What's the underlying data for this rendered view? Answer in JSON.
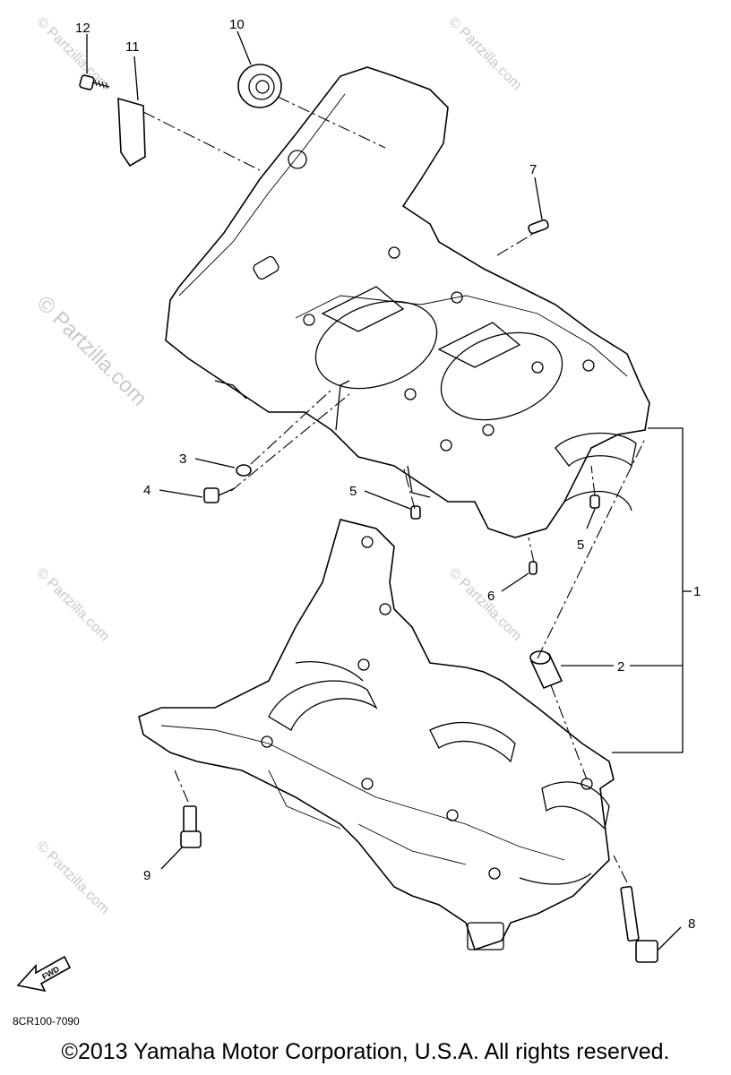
{
  "callouts": {
    "c1": "1",
    "c2": "2",
    "c3": "3",
    "c4": "4",
    "c5a": "5",
    "c5b": "5",
    "c6": "6",
    "c7": "7",
    "c8": "8",
    "c9": "9",
    "c10": "10",
    "c11": "11",
    "c12": "12"
  },
  "watermark": "© Partzilla.com",
  "fwd_label": "FWD",
  "diagram_code": "8CR100-7090",
  "copyright": "©2013  Yamaha Motor Corporation, U.S.A. All rights reserved.",
  "icons": [
    "fwd-arrow-icon"
  ],
  "colors": {
    "line": "#000000",
    "watermark": "#c9c9c9",
    "background": "#ffffff"
  }
}
